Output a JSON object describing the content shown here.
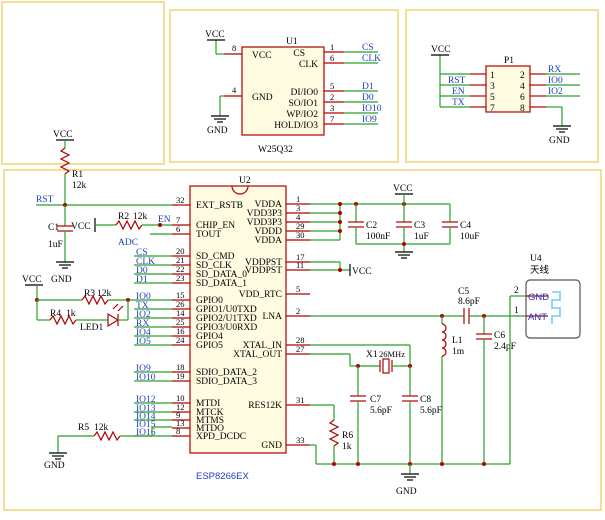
{
  "u1": {
    "ref": "U1",
    "name": "W25Q32",
    "pins_left": [
      {
        "num": "8",
        "name": "VCC"
      },
      {
        "num": "4",
        "name": "GND"
      }
    ],
    "pins_right": [
      {
        "num": "1",
        "name": "CS",
        "net": "CS"
      },
      {
        "num": "6",
        "name": "CLK",
        "net": "CLK"
      },
      {
        "num": "5",
        "name": "DI/IO0",
        "net": "D1"
      },
      {
        "num": "2",
        "name": "SO/IO1",
        "net": "D0"
      },
      {
        "num": "3",
        "name": "WP/IO2",
        "net": "IO10"
      },
      {
        "num": "7",
        "name": "HOLD/IO3",
        "net": "IO9"
      }
    ],
    "vcc": "VCC",
    "gnd": "GND"
  },
  "p1": {
    "ref": "P1",
    "left": [
      {
        "num": "1",
        "net": "RST"
      },
      {
        "num": "3",
        "net": "EN"
      },
      {
        "num": "5",
        "net": "TX"
      },
      {
        "num": "7",
        "net": ""
      }
    ],
    "right": [
      {
        "num": "2",
        "net": "RX"
      },
      {
        "num": "4",
        "net": "IO0"
      },
      {
        "num": "6",
        "net": "IO2"
      },
      {
        "num": "8",
        "net": ""
      }
    ],
    "vcc": "VCC",
    "gnd": "GND"
  },
  "u2": {
    "ref": "U2",
    "name": "ESP8266EX",
    "left_pins": [
      {
        "num": "32",
        "name": "EXT_RSTB",
        "net": "RST"
      },
      {
        "num": "7",
        "name": "CHIP_EN",
        "net": "EN"
      },
      {
        "num": "6",
        "name": "TOUT",
        "net": "ADC"
      },
      {
        "num": "20",
        "name": "SD_CMD",
        "net": "CS"
      },
      {
        "num": "21",
        "name": "SD_CLK",
        "net": "CLK"
      },
      {
        "num": "22",
        "name": "SD_DATA_0",
        "net": "D0"
      },
      {
        "num": "23",
        "name": "SD_DATA_1",
        "net": "D1"
      },
      {
        "num": "15",
        "name": "GPIO0",
        "net": "IO0"
      },
      {
        "num": "26",
        "name": "GPIO1/U0TXD",
        "net": "TX"
      },
      {
        "num": "14",
        "name": "GPIO2/U1TXD",
        "net": "IO2"
      },
      {
        "num": "25",
        "name": "GPIO3/U0RXD",
        "net": "RX"
      },
      {
        "num": "16",
        "name": "GPIO4",
        "net": "IO4"
      },
      {
        "num": "24",
        "name": "GPIO5",
        "net": "IO5"
      },
      {
        "num": "18",
        "name": "SDIO_DATA_2",
        "net": "IO9"
      },
      {
        "num": "19",
        "name": "SDIO_DATA_3",
        "net": "IO10"
      },
      {
        "num": "10",
        "name": "MTDI",
        "net": "IO12"
      },
      {
        "num": "12",
        "name": "MTCK",
        "net": "IO13"
      },
      {
        "num": "9",
        "name": "MTMS",
        "net": "IO14"
      },
      {
        "num": "13",
        "name": "MTDO",
        "net": "IO15"
      },
      {
        "num": "8",
        "name": "XPD_DCDC",
        "net": "IO16"
      }
    ],
    "right_pins": [
      {
        "num": "1",
        "name": "VDDA"
      },
      {
        "num": "3",
        "name": "VDD3P3"
      },
      {
        "num": "4",
        "name": "VDD3P3"
      },
      {
        "num": "29",
        "name": "VDDD"
      },
      {
        "num": "30",
        "name": "VDDA"
      },
      {
        "num": "17",
        "name": "VDDPST"
      },
      {
        "num": "11",
        "name": "VDDPST"
      },
      {
        "num": "5",
        "name": "VDD_RTC"
      },
      {
        "num": "2",
        "name": "LNA"
      },
      {
        "num": "28",
        "name": "XTAL_IN"
      },
      {
        "num": "27",
        "name": "XTAL_OUT"
      },
      {
        "num": "31",
        "name": "RES12K"
      },
      {
        "num": "33",
        "name": "GND"
      }
    ]
  },
  "parts": {
    "r1": {
      "ref": "R1",
      "value": "12k"
    },
    "c1": {
      "ref": "C1",
      "value": "1uF"
    },
    "r2": {
      "ref": "R2",
      "value": "12k"
    },
    "r3": {
      "ref": "R3",
      "value": "12k"
    },
    "r4": {
      "ref": "R4",
      "value": "1k"
    },
    "led1": {
      "ref": "LED1"
    },
    "r5": {
      "ref": "R5",
      "value": "12k"
    },
    "c2": {
      "ref": "C2",
      "value": "100nF"
    },
    "c3": {
      "ref": "C3",
      "value": "1uF"
    },
    "c4": {
      "ref": "C4",
      "value": "10uF"
    },
    "c5": {
      "ref": "C5",
      "value": "8.6pF"
    },
    "c6": {
      "ref": "C6",
      "value": "2.4pF"
    },
    "l1": {
      "ref": "L1",
      "value": "1m"
    },
    "x1": {
      "ref": "X1",
      "value": "26MHz"
    },
    "c7": {
      "ref": "C7",
      "value": "5.6pF"
    },
    "c8": {
      "ref": "C8",
      "value": "5.6pF"
    },
    "r6": {
      "ref": "R6",
      "value": "1k"
    }
  },
  "antenna": {
    "ref": "U4",
    "name": "天线",
    "pins": [
      {
        "num": "2",
        "name": "GND"
      },
      {
        "num": "1",
        "name": "ANT"
      }
    ]
  },
  "nets": {
    "vcc": "VCC",
    "gnd": "GND",
    "rst": "RST",
    "en": "EN",
    "adc": "ADC",
    "left_io": [
      "IO0",
      "TX",
      "IO2",
      "RX",
      "IO4",
      "IO5"
    ],
    "sdio_io": [
      "IO9",
      "IO10"
    ],
    "jtag_io": [
      "IO12",
      "IO13",
      "IO14",
      "IO15",
      "IO16"
    ]
  }
}
